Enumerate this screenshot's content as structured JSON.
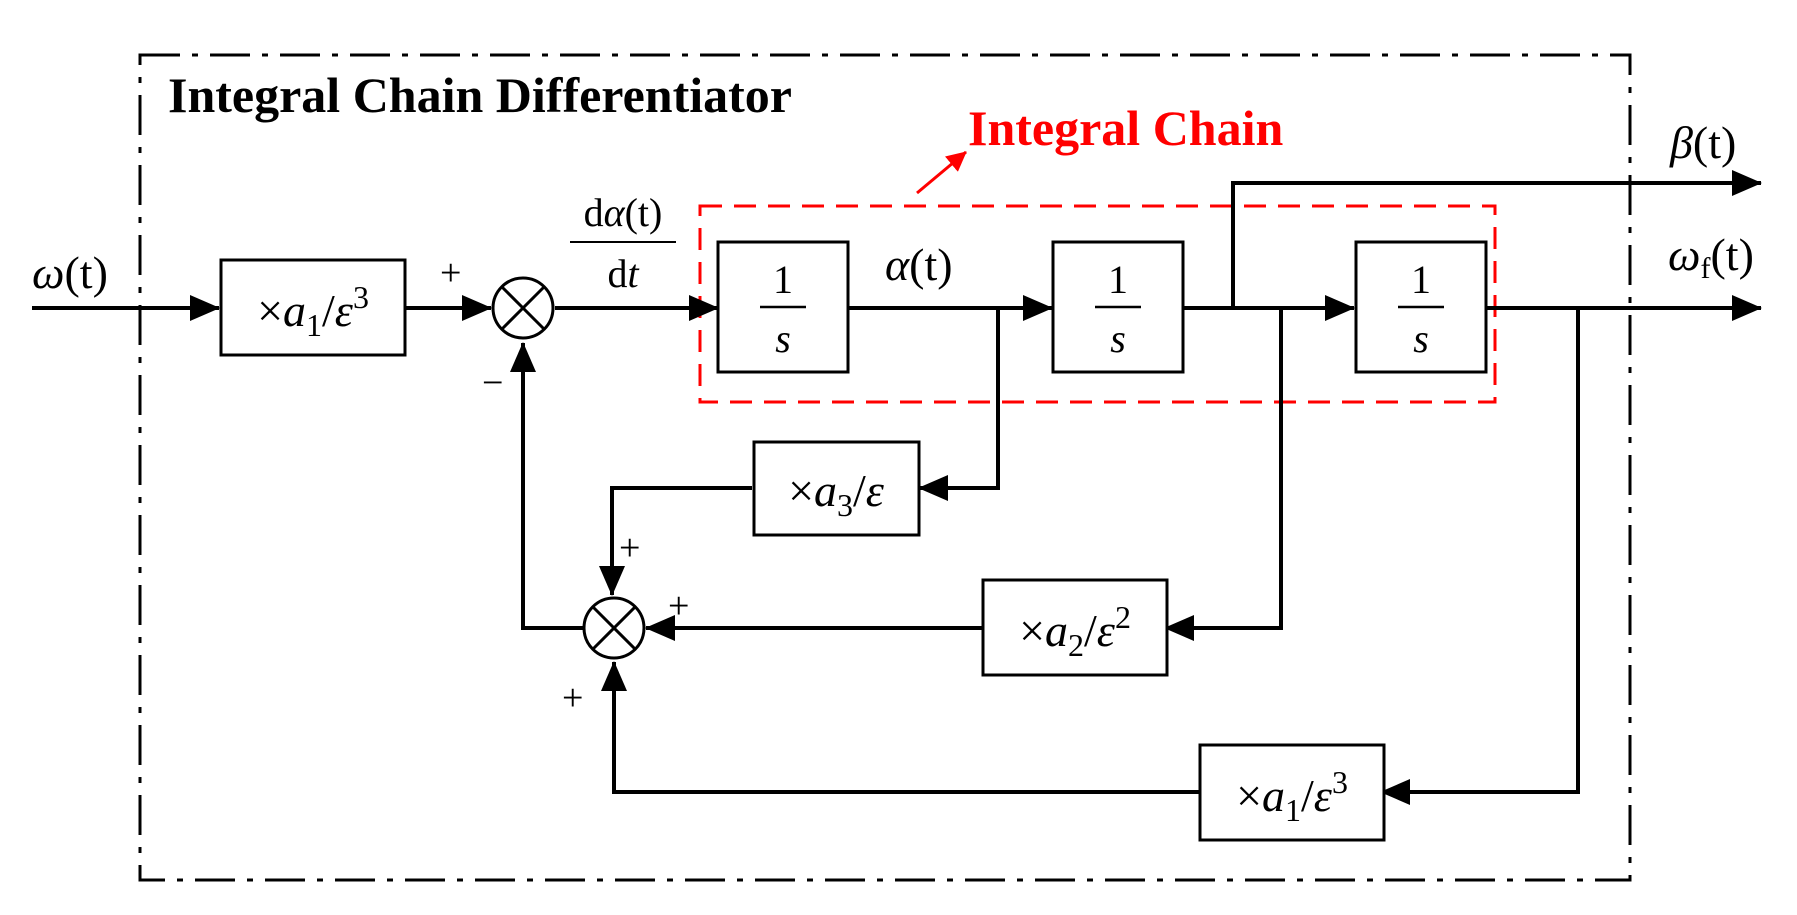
{
  "diagram": {
    "title": "Integral Chain Differentiator",
    "chain_label": "Integral Chain",
    "colors": {
      "chain": "#ff0000",
      "line": "#000000",
      "background": "#ffffff"
    },
    "signals": {
      "input": {
        "sym": "ω",
        "arg": "(t)"
      },
      "derivative": {
        "num_d": "d",
        "num_sym": "α",
        "num_arg": "(t)",
        "den_d": "d",
        "den_var": "t"
      },
      "alpha": {
        "sym": "α",
        "arg": "(t)"
      },
      "beta": {
        "sym": "β",
        "arg": "(t)"
      },
      "output": {
        "sym": "ω",
        "sub": "f",
        "arg": "(t)"
      }
    },
    "integrator": {
      "num": "1",
      "den": "s"
    },
    "gains": {
      "input_gain": {
        "times": "×",
        "coef": "a",
        "sub": "1",
        "slash": "/",
        "eps": "ε",
        "exp": "3"
      },
      "gain_a3": {
        "times": "×",
        "coef": "a",
        "sub": "3",
        "slash": "/",
        "eps": "ε",
        "exp": ""
      },
      "gain_a2": {
        "times": "×",
        "coef": "a",
        "sub": "2",
        "slash": "/",
        "eps": "ε",
        "exp": "2"
      },
      "gain_a1_fb": {
        "times": "×",
        "coef": "a",
        "sub": "1",
        "slash": "/",
        "eps": "ε",
        "exp": "3"
      }
    },
    "signs": {
      "plus": "+",
      "minus": "−"
    }
  }
}
